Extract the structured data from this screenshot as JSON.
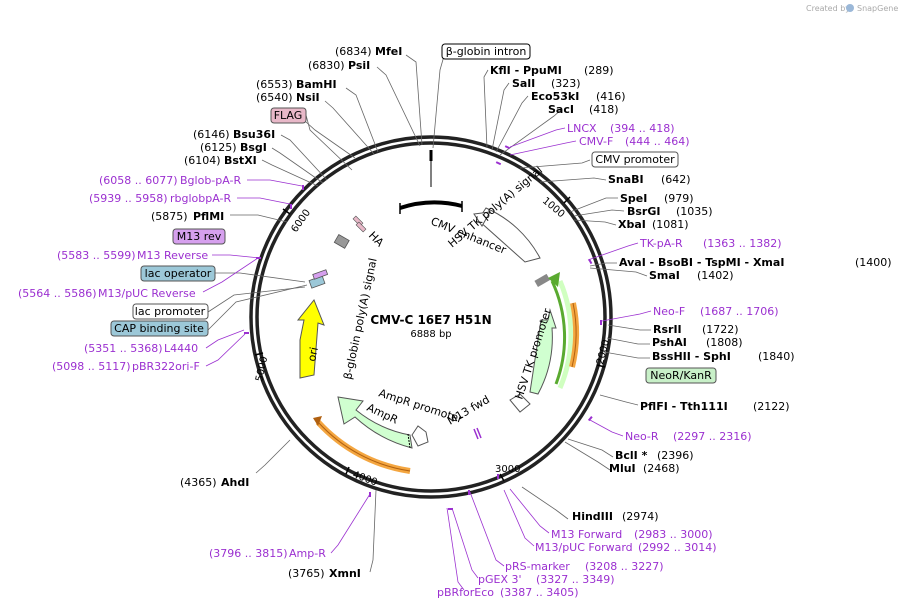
{
  "credit": {
    "created_by": "Created by",
    "brand": "SnapGene"
  },
  "center": {
    "name": "CMV-C 16E7 H51N",
    "size": "6888 bp"
  },
  "ticks": [
    {
      "label": "1000"
    },
    {
      "label": "2000"
    },
    {
      "label": "3000"
    },
    {
      "label": "4000"
    },
    {
      "label": "5000"
    },
    {
      "label": "6000"
    }
  ],
  "sites": [
    {
      "pos": "(6834)",
      "name": "MfeI"
    },
    {
      "pos": "(6830)",
      "name": "PsiI"
    },
    {
      "pos": "(6553)",
      "name": "BamHI"
    },
    {
      "pos": "(6540)",
      "name": "NsiI"
    },
    {
      "pos": "(6146)",
      "name": "Bsu36I"
    },
    {
      "pos": "(6125)",
      "name": "BsgI"
    },
    {
      "pos": "(6104)",
      "name": "BstXI"
    },
    {
      "pos": "(5875)",
      "name": "PflMI"
    },
    {
      "pos": "(4365)",
      "name": "AhdI"
    },
    {
      "pos": "(3765)",
      "name": "XmnI"
    },
    {
      "pos": "(2974)",
      "name": "HindIII"
    },
    {
      "pos": "(2468)",
      "name": "MluI"
    },
    {
      "pos": "(2396)",
      "name": "BclI *"
    },
    {
      "pos": "(2122)",
      "name": "PflFI - Tth111I"
    },
    {
      "pos": "(1840)",
      "name": "BssHII - SphI"
    },
    {
      "pos": "(1808)",
      "name": "PshAI"
    },
    {
      "pos": "(1722)",
      "name": "RsrII"
    },
    {
      "pos": "(1402)",
      "name": "SmaI"
    },
    {
      "pos": "(1400)",
      "name": "AvaI - BsoBI - TspMI - XmaI"
    },
    {
      "pos": "(1081)",
      "name": "XbaI"
    },
    {
      "pos": "(1035)",
      "name": "BsrGI"
    },
    {
      "pos": "(979)",
      "name": "SpeI"
    },
    {
      "pos": "(642)",
      "name": "SnaBI"
    },
    {
      "pos": "(418)",
      "name": "SacI"
    },
    {
      "pos": "(416)",
      "name": "Eco53kI"
    },
    {
      "pos": "(323)",
      "name": "SalI"
    },
    {
      "pos": "(289)",
      "name": "KflI - PpuMI"
    }
  ],
  "primers": [
    {
      "name": "LNCX",
      "range": "(394 .. 418)"
    },
    {
      "name": "CMV-F",
      "range": "(444 .. 464)"
    },
    {
      "name": "TK-pA-R",
      "range": "(1363 .. 1382)"
    },
    {
      "name": "Neo-F",
      "range": "(1687 .. 1706)"
    },
    {
      "name": "Neo-R",
      "range": "(2297 .. 2316)"
    },
    {
      "name": "M13 Forward",
      "range": "(2983 .. 3000)"
    },
    {
      "name": "M13/pUC Forward",
      "range": "(2992 .. 3014)"
    },
    {
      "name": "pRS-marker",
      "range": "(3208 .. 3227)"
    },
    {
      "name": "pGEX 3'",
      "range": "(3327 .. 3349)"
    },
    {
      "name": "pBRforEco",
      "range": "(3387 .. 3405)"
    },
    {
      "name": "Amp-R",
      "range": "(3796 .. 3815)"
    },
    {
      "name": "pBR322ori-F",
      "range": "(5098 .. 5117)"
    },
    {
      "name": "L4440",
      "range": "(5351 .. 5368)"
    },
    {
      "name": "M13/pUC Reverse",
      "range": "(5564 .. 5586)"
    },
    {
      "name": "M13 Reverse",
      "range": "(5583 .. 5599)"
    },
    {
      "name": "rbglobpA-R",
      "range": "(5939 .. 5958)"
    },
    {
      "name": "Bglob-pA-R",
      "range": "(6058 .. 6077)"
    }
  ],
  "boxed_features": [
    {
      "name": "β-globin intron",
      "color": "#ffffff"
    },
    {
      "name": "FLAG",
      "color": "#e8b8c8"
    },
    {
      "name": "CMV promoter",
      "color": "#ffffff"
    },
    {
      "name": "NeoR/KanR",
      "color": "#c8f0c8"
    },
    {
      "name": "M13 rev",
      "color": "#d6a0ee"
    },
    {
      "name": "lac operator",
      "color": "#9cc8d8"
    },
    {
      "name": "lac promoter",
      "color": "#ffffff"
    },
    {
      "name": "CAP binding site",
      "color": "#9cc8d8"
    }
  ],
  "inner_features": [
    {
      "name": "CMV enhancer"
    },
    {
      "name": "HSV TK poly(A) signal"
    },
    {
      "name": "HSV TK promoter"
    },
    {
      "name": "M13 fwd"
    },
    {
      "name": "AmpR promoter"
    },
    {
      "name": "AmpR"
    },
    {
      "name": "ori"
    },
    {
      "name": "β-globin poly(A) signal"
    },
    {
      "name": "HA"
    }
  ],
  "colors": {
    "primer": "#9b30d0",
    "ori": "#ffff00",
    "ampr": "#d0ffd0",
    "orange": "#f4a640",
    "green": "#6ec040"
  }
}
